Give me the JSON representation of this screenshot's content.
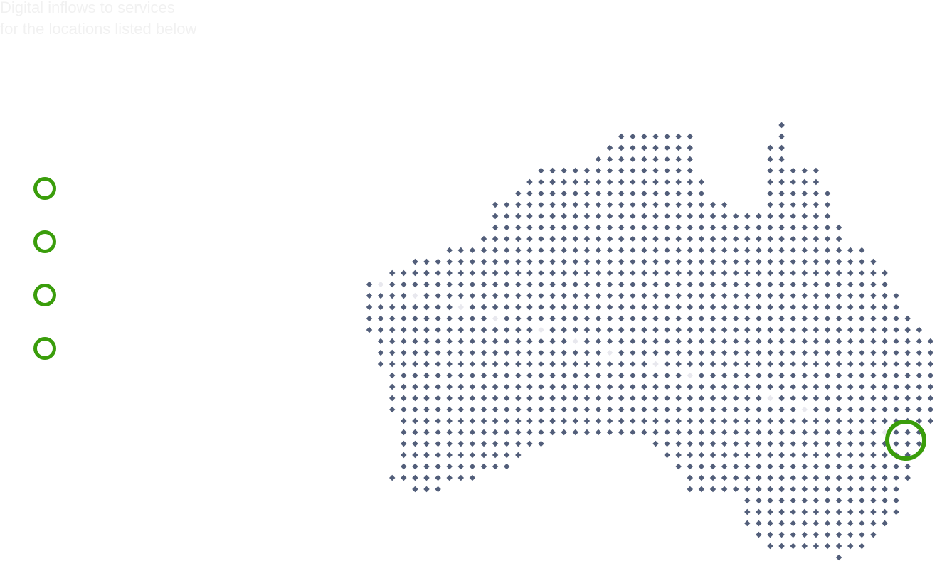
{
  "intro": {
    "line1": "Digital inflows to services",
    "line2": "for the locations listed below"
  },
  "locations": [
    {
      "label": ""
    },
    {
      "label": ""
    },
    {
      "label": ""
    },
    {
      "label": ""
    }
  ],
  "colors": {
    "marker": "#3a9d0b",
    "dot": "#525e7a",
    "background": "#ffffff",
    "intro_text": "#f1f1f1"
  },
  "map": {
    "region": "Australia",
    "highlight": "Sydney"
  }
}
